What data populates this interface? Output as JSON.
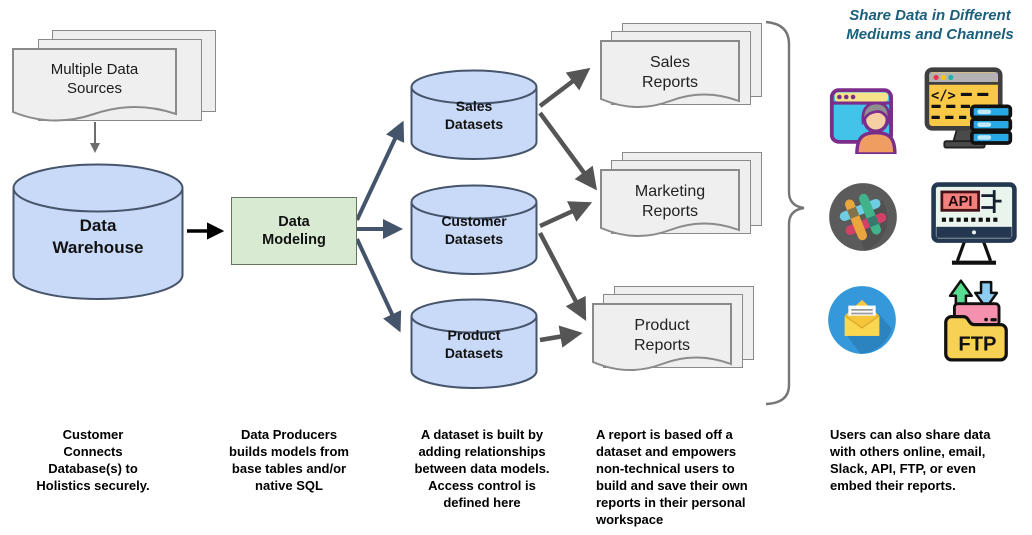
{
  "title": {
    "text": "Share Data in Different Mediums and Channels"
  },
  "nodes": {
    "sources": {
      "label": "Multiple Data Sources"
    },
    "warehouse": {
      "label": "Data Warehouse"
    },
    "modeling": {
      "label": "Data Modeling"
    },
    "datasets": [
      {
        "label": "Sales Datasets"
      },
      {
        "label": "Customer Datasets"
      },
      {
        "label": "Product Datasets"
      }
    ],
    "reports": [
      {
        "label": "Sales Reports"
      },
      {
        "label": "Marketing Reports"
      },
      {
        "label": "Product Reports"
      }
    ]
  },
  "icons": {
    "items": [
      "browser-user-icon",
      "code-server-monitor-icon",
      "slack-icon",
      "api-monitor-icon",
      "email-icon",
      "ftp-icon"
    ],
    "api_label": "API",
    "ftp_label": "FTP",
    "code_glyph": "</>"
  },
  "captions": [
    "Customer Connects Database(s) to Holistics securely.",
    "Data Producers builds models from base tables and/or native SQL",
    "A dataset is built by adding relationships between data models. Access control is defined here",
    "A report is based off a dataset and empowers non-technical users to build and save their own reports in their personal workspace",
    "Users can also share data with others online, email, Slack, API, FTP, or even embed their reports."
  ],
  "colors": {
    "title_text": "#1a5f7c",
    "cylinder_fill": "#c9daf8",
    "cylinder_stroke": "#46556b",
    "modeling_fill": "#d9ead3",
    "document_fill": "#efefef",
    "arrow_slate": "#44546a",
    "arrow_dark": "#555555",
    "slack_gray": "#5b5b5b",
    "email_blue": "#3498db",
    "folder_yellow": "#f7d154",
    "folder_pink": "#f591ae"
  }
}
